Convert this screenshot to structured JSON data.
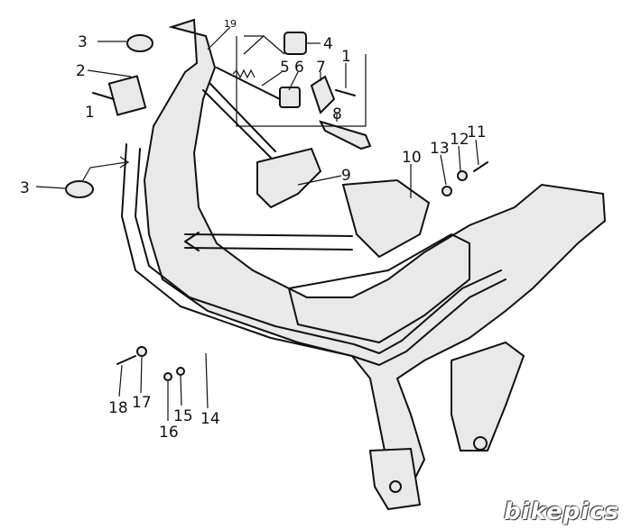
{
  "diagram": {
    "callouts": [
      {
        "id": "c3a",
        "text": "3"
      },
      {
        "id": "c2",
        "text": "2"
      },
      {
        "id": "c1a",
        "text": "1"
      },
      {
        "id": "c3b",
        "text": "3"
      },
      {
        "id": "c19",
        "text": "19"
      },
      {
        "id": "c4",
        "text": "4"
      },
      {
        "id": "c5",
        "text": "5"
      },
      {
        "id": "c6",
        "text": "6"
      },
      {
        "id": "c7",
        "text": "7"
      },
      {
        "id": "c1b",
        "text": "1"
      },
      {
        "id": "c8",
        "text": "8"
      },
      {
        "id": "c9",
        "text": "9"
      },
      {
        "id": "c10",
        "text": "10"
      },
      {
        "id": "c13",
        "text": "13"
      },
      {
        "id": "c12",
        "text": "12"
      },
      {
        "id": "c11",
        "text": "11"
      },
      {
        "id": "c18",
        "text": "18"
      },
      {
        "id": "c17",
        "text": "17"
      },
      {
        "id": "c16",
        "text": "16"
      },
      {
        "id": "c15",
        "text": "15"
      },
      {
        "id": "c14",
        "text": "14"
      }
    ]
  },
  "watermark": "bikepics"
}
